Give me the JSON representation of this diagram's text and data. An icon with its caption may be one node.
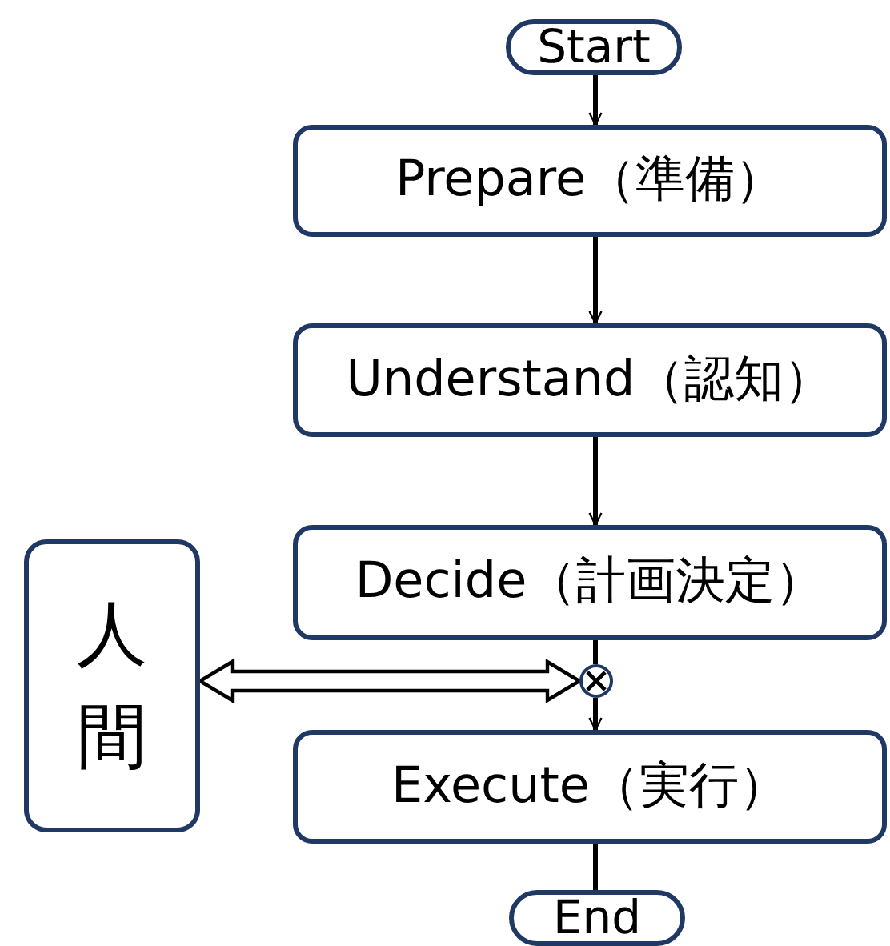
{
  "diagram": {
    "nodes": [
      {
        "text": [
          "Start"
        ]
      },
      {
        "text": [
          "Prepare（準備）"
        ]
      },
      {
        "text": [
          "Understand（認知）"
        ]
      },
      {
        "text": [
          "Decide（計画決定）"
        ]
      },
      {
        "text": [
          "人間"
        ]
      },
      {
        "text": [],
        "shape": "circle"
      },
      {
        "text": [
          "Execute（実行）"
        ]
      },
      {
        "text": [
          "End"
        ]
      }
    ],
    "edges": [
      {
        "from": 0,
        "to": 1,
        "arrow": "to"
      },
      {
        "from": 1,
        "to": 2,
        "arrow": "to"
      },
      {
        "from": 2,
        "to": 3,
        "arrow": "to"
      },
      {
        "from": 3,
        "to": 5,
        "arrow": "none"
      },
      {
        "from": 4,
        "to": 5,
        "arrow": "both",
        "style": "thick"
      },
      {
        "from": 5,
        "to": 6,
        "arrow": "to"
      },
      {
        "from": 6,
        "to": 7,
        "arrow": "none"
      }
    ]
  }
}
